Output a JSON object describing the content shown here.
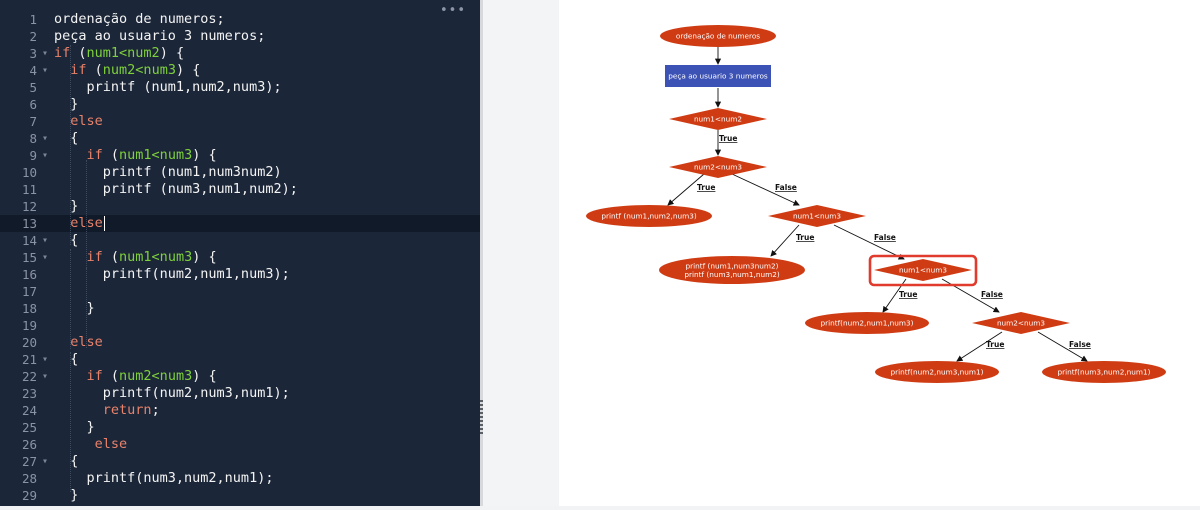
{
  "editor": {
    "menu_label": "•••",
    "lines": [
      {
        "n": "1",
        "fold": "",
        "segments": [
          {
            "t": "ordenação de numeros;",
            "c": ""
          }
        ]
      },
      {
        "n": "2",
        "fold": "",
        "segments": [
          {
            "t": "peça ao usuario 3 numeros;",
            "c": ""
          }
        ]
      },
      {
        "n": "3",
        "fold": "▾",
        "segments": [
          {
            "t": "if",
            "c": "kw"
          },
          {
            "t": " (",
            "c": ""
          },
          {
            "t": "num1<num2",
            "c": "cond"
          },
          {
            "t": ") {",
            "c": ""
          }
        ]
      },
      {
        "n": "4",
        "fold": "▾",
        "segments": [
          {
            "t": "  ",
            "c": ""
          },
          {
            "t": "if",
            "c": "kw"
          },
          {
            "t": " (",
            "c": ""
          },
          {
            "t": "num2<num3",
            "c": "cond"
          },
          {
            "t": ") {",
            "c": ""
          }
        ]
      },
      {
        "n": "5",
        "fold": "",
        "segments": [
          {
            "t": "    printf (num1,num2,num3);",
            "c": ""
          }
        ]
      },
      {
        "n": "6",
        "fold": "",
        "segments": [
          {
            "t": "  }",
            "c": ""
          }
        ]
      },
      {
        "n": "7",
        "fold": "",
        "segments": [
          {
            "t": "  ",
            "c": ""
          },
          {
            "t": "else",
            "c": "kw"
          }
        ]
      },
      {
        "n": "8",
        "fold": "▾",
        "segments": [
          {
            "t": "  {",
            "c": ""
          }
        ]
      },
      {
        "n": "9",
        "fold": "▾",
        "segments": [
          {
            "t": "    ",
            "c": ""
          },
          {
            "t": "if",
            "c": "kw"
          },
          {
            "t": " (",
            "c": ""
          },
          {
            "t": "num1<num3",
            "c": "cond"
          },
          {
            "t": ") {",
            "c": ""
          }
        ]
      },
      {
        "n": "10",
        "fold": "",
        "segments": [
          {
            "t": "      printf (num1,num3num2)",
            "c": ""
          }
        ]
      },
      {
        "n": "11",
        "fold": "",
        "segments": [
          {
            "t": "      printf (num3,num1,num2);",
            "c": ""
          }
        ]
      },
      {
        "n": "12",
        "fold": "",
        "segments": [
          {
            "t": "  }",
            "c": ""
          }
        ]
      },
      {
        "n": "13",
        "fold": "",
        "active": true,
        "segments": [
          {
            "t": "  ",
            "c": ""
          },
          {
            "t": "else",
            "c": "kw"
          }
        ]
      },
      {
        "n": "14",
        "fold": "▾",
        "segments": [
          {
            "t": "  {",
            "c": ""
          }
        ]
      },
      {
        "n": "15",
        "fold": "▾",
        "segments": [
          {
            "t": "    ",
            "c": ""
          },
          {
            "t": "if",
            "c": "kw"
          },
          {
            "t": " (",
            "c": ""
          },
          {
            "t": "num1<num3",
            "c": "cond"
          },
          {
            "t": ") {",
            "c": ""
          }
        ]
      },
      {
        "n": "16",
        "fold": "",
        "segments": [
          {
            "t": "      printf(num2,num1,num3);",
            "c": ""
          }
        ]
      },
      {
        "n": "17",
        "fold": "",
        "segments": [
          {
            "t": "",
            "c": ""
          }
        ]
      },
      {
        "n": "18",
        "fold": "",
        "segments": [
          {
            "t": "    }",
            "c": ""
          }
        ]
      },
      {
        "n": "19",
        "fold": "",
        "segments": [
          {
            "t": "",
            "c": ""
          }
        ]
      },
      {
        "n": "20",
        "fold": "",
        "segments": [
          {
            "t": "  ",
            "c": ""
          },
          {
            "t": "else",
            "c": "kw"
          }
        ]
      },
      {
        "n": "21",
        "fold": "▾",
        "segments": [
          {
            "t": "  {",
            "c": ""
          }
        ]
      },
      {
        "n": "22",
        "fold": "▾",
        "segments": [
          {
            "t": "    ",
            "c": ""
          },
          {
            "t": "if",
            "c": "kw"
          },
          {
            "t": " (",
            "c": ""
          },
          {
            "t": "num2<num3",
            "c": "cond"
          },
          {
            "t": ") {",
            "c": ""
          }
        ]
      },
      {
        "n": "23",
        "fold": "",
        "segments": [
          {
            "t": "      printf(num2,num3,num1);",
            "c": ""
          }
        ]
      },
      {
        "n": "24",
        "fold": "",
        "segments": [
          {
            "t": "      ",
            "c": ""
          },
          {
            "t": "return",
            "c": "kw"
          },
          {
            "t": ";",
            "c": ""
          }
        ]
      },
      {
        "n": "25",
        "fold": "",
        "segments": [
          {
            "t": "    }",
            "c": ""
          }
        ]
      },
      {
        "n": "26",
        "fold": "",
        "segments": [
          {
            "t": "     ",
            "c": ""
          },
          {
            "t": "else",
            "c": "kw"
          }
        ]
      },
      {
        "n": "27",
        "fold": "▾",
        "segments": [
          {
            "t": "  {",
            "c": ""
          }
        ]
      },
      {
        "n": "28",
        "fold": "",
        "segments": [
          {
            "t": "    printf(num3,num2,num1);",
            "c": ""
          }
        ]
      },
      {
        "n": "29",
        "fold": "",
        "segments": [
          {
            "t": "  }",
            "c": ""
          }
        ]
      }
    ]
  },
  "flowchart": {
    "colors": {
      "node": "#cf3c14",
      "process": "#3d52b5",
      "edge": "#111111",
      "highlight": "#e03b2c"
    },
    "nodes": [
      {
        "id": "start",
        "kind": "ellipse",
        "lines": [
          "ordenação de numeros"
        ]
      },
      {
        "id": "input",
        "kind": "rect",
        "lines": [
          "peça ao usuario 3 numeros"
        ]
      },
      {
        "id": "d1",
        "kind": "diamond",
        "lines": [
          "num1<num2"
        ]
      },
      {
        "id": "d2",
        "kind": "diamond",
        "lines": [
          "num2<num3"
        ]
      },
      {
        "id": "p1",
        "kind": "ellipse",
        "lines": [
          "printf (num1,num2,num3)"
        ]
      },
      {
        "id": "d3",
        "kind": "diamond",
        "lines": [
          "num1<num3"
        ]
      },
      {
        "id": "p2",
        "kind": "ellipse",
        "lines": [
          "printf (num1,num3num2)",
          "printf (num3,num1,num2)"
        ]
      },
      {
        "id": "d4",
        "kind": "diamond",
        "lines": [
          "num1<num3"
        ],
        "highlighted": true
      },
      {
        "id": "p3",
        "kind": "ellipse",
        "lines": [
          "printf(num2,num1,num3)"
        ]
      },
      {
        "id": "d5",
        "kind": "diamond",
        "lines": [
          "num2<num3"
        ]
      },
      {
        "id": "p4",
        "kind": "ellipse",
        "lines": [
          "printf(num2,num3,num1)"
        ]
      },
      {
        "id": "p5",
        "kind": "ellipse",
        "lines": [
          "printf(num3,num2,num1)"
        ]
      }
    ],
    "edges": [
      {
        "from": "start",
        "to": "input",
        "label": ""
      },
      {
        "from": "input",
        "to": "d1",
        "label": ""
      },
      {
        "from": "d1",
        "to": "d2",
        "label": "True"
      },
      {
        "from": "d2",
        "to": "p1",
        "label": "True"
      },
      {
        "from": "d2",
        "to": "d3",
        "label": "False"
      },
      {
        "from": "d3",
        "to": "p2",
        "label": "True"
      },
      {
        "from": "d3",
        "to": "d4",
        "label": "False"
      },
      {
        "from": "d4",
        "to": "p3",
        "label": "True"
      },
      {
        "from": "d4",
        "to": "d5",
        "label": "False"
      },
      {
        "from": "d5",
        "to": "p4",
        "label": "True"
      },
      {
        "from": "d5",
        "to": "p5",
        "label": "False"
      }
    ]
  }
}
